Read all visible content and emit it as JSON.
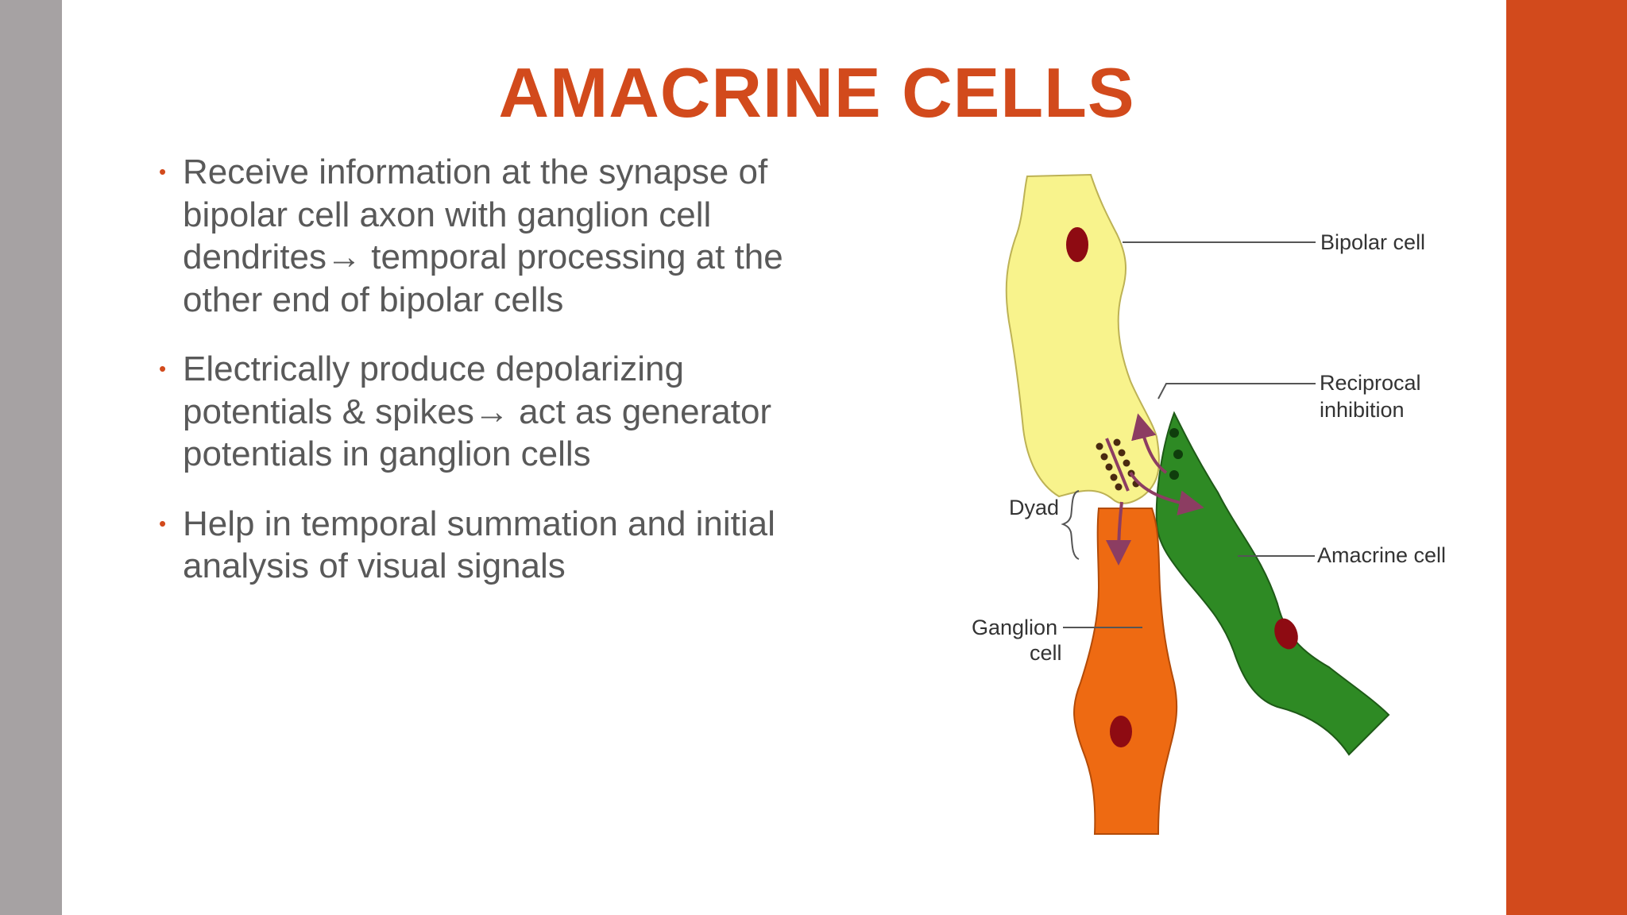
{
  "colors": {
    "accent": "#D24A1C",
    "left_band": "#A6A2A3",
    "body_text": "#595959",
    "bipolar_fill": "#F8F38C",
    "amacrine_fill": "#2E8A24",
    "ganglion_fill": "#EE6A12",
    "nucleus": "#8E0B12",
    "arrow": "#8C3D62"
  },
  "slide": {
    "title": "AMACRINE CELLS",
    "bullet_symbol": "•",
    "bullets": [
      {
        "lines": [
          "Receive information at the synapse of",
          "bipolar cell axon with ganglion cell",
          "dendrites→ temporal processing at the",
          "other end of bipolar cells"
        ]
      },
      {
        "lines": [
          "Electrically produce depolarizing",
          "potentials & spikes→ act as generator",
          "potentials in ganglion cells"
        ]
      },
      {
        "lines": [
          "Help in temporal summation and initial",
          "analysis of visual signals"
        ]
      }
    ]
  },
  "diagram": {
    "labels": {
      "bipolar": "Bipolar cell",
      "reciprocal_1": "Reciprocal",
      "reciprocal_2": "inhibition",
      "dyad": "Dyad",
      "amacrine": "Amacrine cell",
      "ganglion_1": "Ganglion",
      "ganglion_2": "cell"
    }
  }
}
